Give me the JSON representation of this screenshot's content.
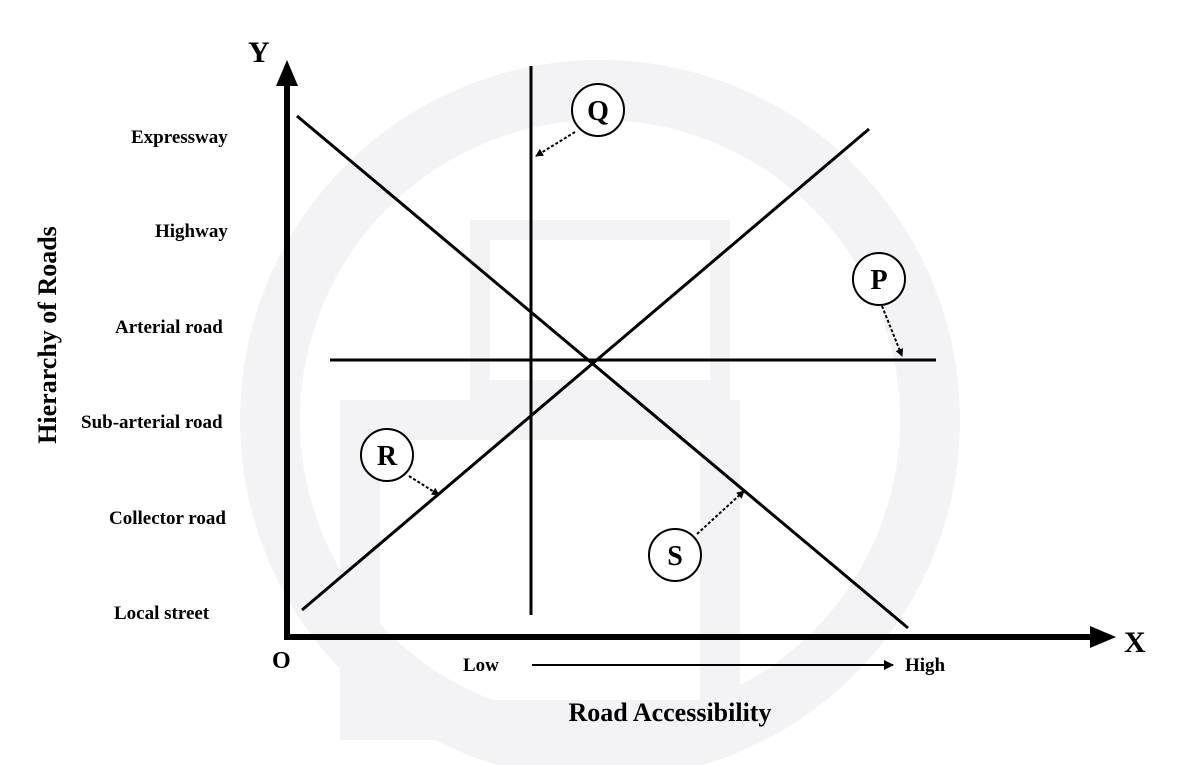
{
  "axes": {
    "y_letter": "Y",
    "x_letter": "X",
    "origin": "O",
    "y_title": "Hierarchy of Roads",
    "x_title": "Road Accessibility",
    "x_low": "Low",
    "x_high": "High"
  },
  "road_levels": [
    "Expressway",
    "Highway",
    "Arterial road",
    "Sub-arterial road",
    "Collector road",
    "Local street"
  ],
  "line_labels": {
    "p": "P",
    "q": "Q",
    "r": "R",
    "s": "S"
  },
  "colors": {
    "ink": "#000000",
    "background": "#ffffff",
    "watermark": "#f3f3f6"
  }
}
